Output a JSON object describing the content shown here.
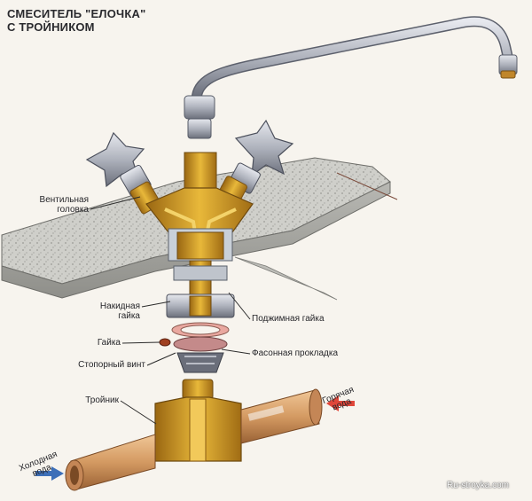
{
  "title": {
    "line1": "СМЕСИТЕЛЬ \"ЕЛОЧКА\"",
    "line2": "С ТРОЙНИКОМ"
  },
  "labels": {
    "valve_head": [
      "Вентильная",
      "головка"
    ],
    "union_nut": [
      "Накидная",
      "гайка"
    ],
    "nut": "Гайка",
    "lock_screw": "Стопорный винт",
    "tee": "Тройник",
    "clamp_nut": "Поджимная гайка",
    "shaped_gasket": "Фасонная прокладка",
    "hot_water": [
      "Горячая",
      "вода"
    ],
    "cold_water": [
      "Холодная",
      "вода"
    ]
  },
  "watermark": "Ru-stroyka.com",
  "colors": {
    "brass": "#d4a21e",
    "brass_dark": "#8a5a10",
    "chrome": "#b9bcc6",
    "chrome_dark": "#6a6e7a",
    "copper_pipe": "#d9a270",
    "countertop": "#c9c9c4",
    "hot_arrow": "#e0473a",
    "cold_arrow": "#3d6fb8",
    "leader_line": "#2b2b2b"
  },
  "icons": {
    "hot_flow": "arrow-left-icon",
    "cold_flow": "arrow-right-icon"
  }
}
